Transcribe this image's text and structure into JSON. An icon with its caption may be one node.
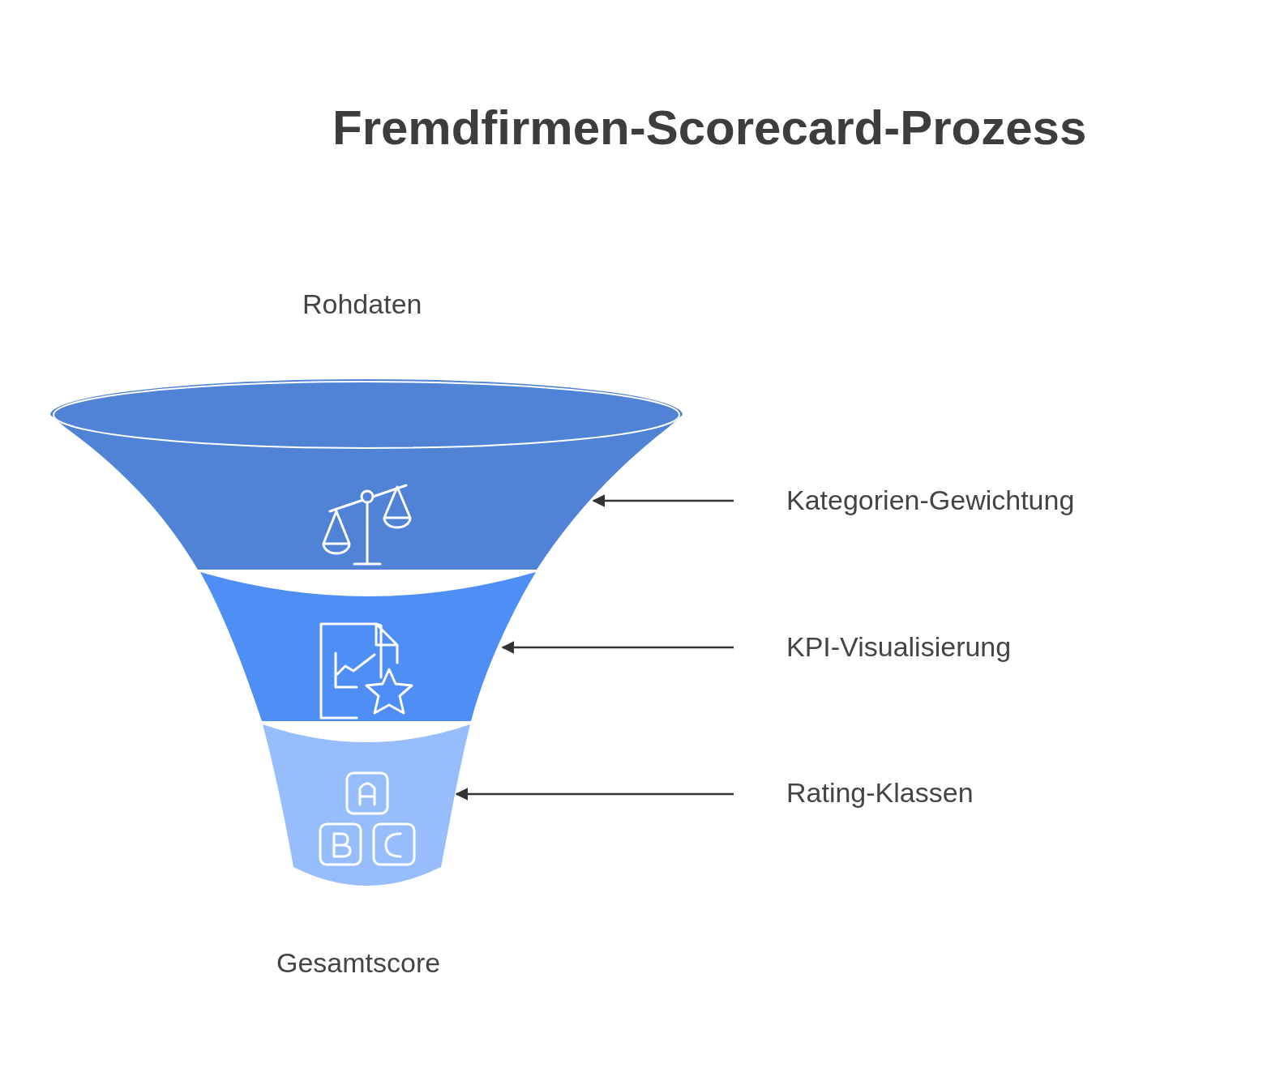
{
  "diagram": {
    "title": "Fremdfirmen-Scorecard-Prozess",
    "nodes": [
      {
        "text": [],
        "shape": "funnel"
      },
      {
        "text": [
          "Kategorien-Gewichtung"
        ]
      },
      {
        "text": [],
        "shape": "funnel"
      },
      {
        "text": [
          "KPI-Visualisierung"
        ]
      },
      {
        "text": [],
        "shape": "funnel"
      },
      {
        "text": [
          "Rating-Klassen"
        ]
      }
    ],
    "edges": [
      {
        "from": 1,
        "to": 0,
        "arrow": "to"
      },
      {
        "from": 3,
        "to": 2,
        "arrow": "to"
      },
      {
        "from": 5,
        "to": 4,
        "arrow": "to"
      }
    ],
    "labels": [
      "Rohdaten",
      "Gesamtscore"
    ]
  }
}
